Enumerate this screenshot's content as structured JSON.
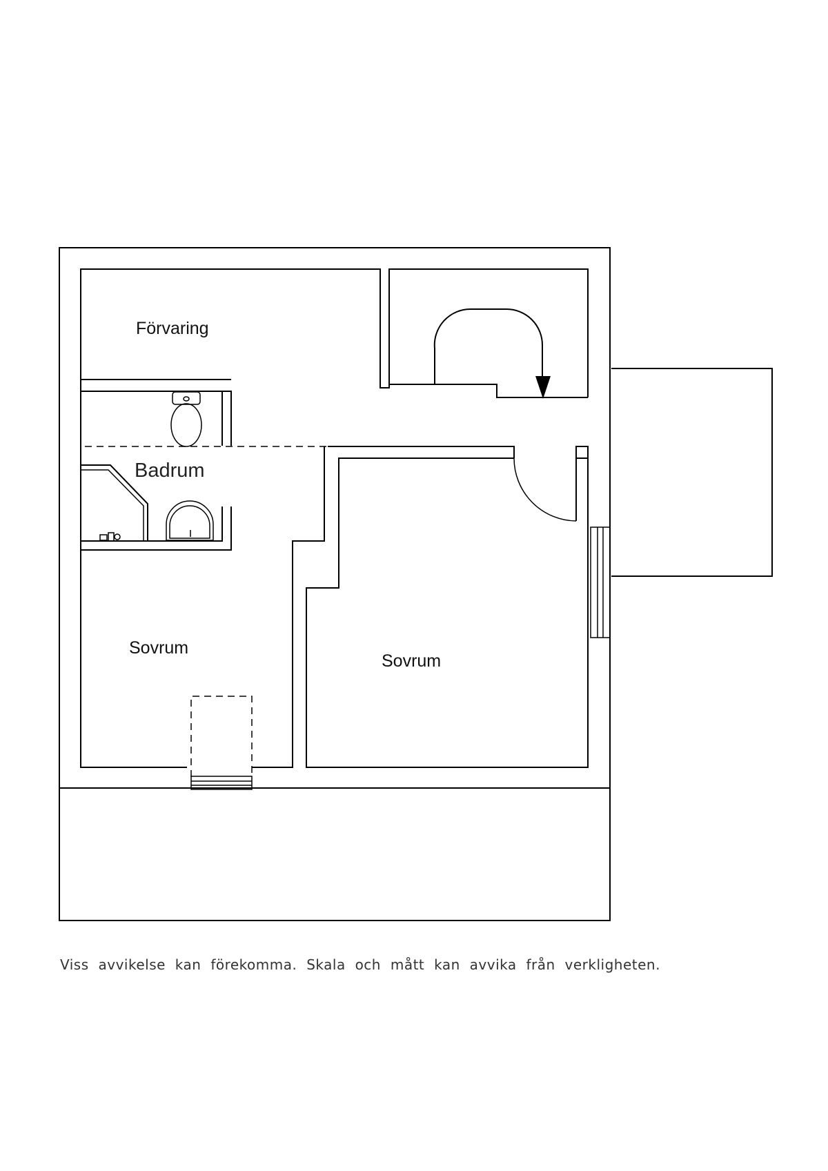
{
  "rooms": {
    "forvaring": "Förvaring",
    "badrum": "Badrum",
    "sovrum_left": "Sovrum",
    "sovrum_right": "Sovrum"
  },
  "disclaimer": "Viss avvikelse kan förekomma. Skala och mått kan avvika från verkligheten."
}
